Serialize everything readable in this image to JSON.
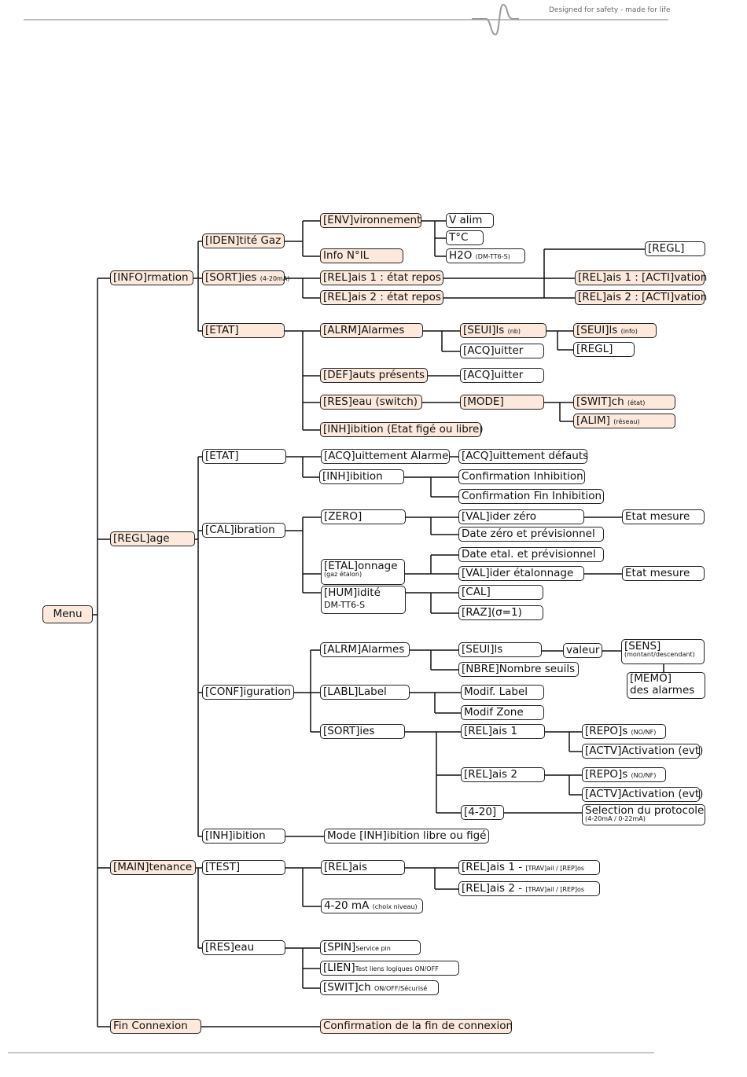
{
  "header": {
    "tagline": "Designed for safety - made for life"
  },
  "diagram": {
    "menu": "Menu",
    "info": {
      "label": "[INFO]rmation",
      "iden": "[IDEN]tité Gaz",
      "env": "[ENV]vironnement",
      "valim": "V alim",
      "temp": "T°C",
      "h2o": "H2O",
      "h2o_note": "(DM-TT6-S)",
      "infonil": "Info N°IL",
      "sort": "[SORT]ies",
      "sort_note": "(4-20mA)",
      "rel1_repos": "[REL]ais 1 : état repos",
      "rel2_repos": "[REL]ais 2 : état repos",
      "regl": "[REGL]",
      "rel1_acti": "[REL]ais 1 : [ACTI]vation",
      "rel2_acti": "[REL]ais 2 : [ACTI]vation",
      "etat": "[ETAT]",
      "alrm": "[ALRM]Alarmes",
      "seuils": "[SEUI]ls",
      "seuils_note": "(nb)",
      "seuils_info": "[SEUI]ls",
      "seuils_info_note": "(info)",
      "regl2": "[REGL]",
      "acq1": "[ACQ]uitter",
      "def": "[DEF]auts présents",
      "acq2": "[ACQ]uitter",
      "res": "[RES]eau (switch)",
      "mode": "[MODE]",
      "switch": "[SWIT]ch",
      "switch_note": "(état)",
      "alim": "[ALIM]",
      "alim_note": "(réseau)",
      "inh": "[INH]ibition (Etat figé ou libre)"
    },
    "regl": {
      "label": "[REGL]age",
      "etat": "[ETAT]",
      "acq_alarme": "[ACQ]uittement Alarme",
      "acq_defauts": "[ACQ]uittement défauts",
      "inh": "[INH]ibition",
      "conf_inh": "Confirmation Inhibition",
      "conf_fin_inh": "Confirmation Fin Inhibition",
      "cal": "[CAL]ibration",
      "zero": "[ZERO]",
      "val_zero": "[VAL]ider zéro",
      "etat_mesure1": "Etat mesure",
      "date_zero": "Date zéro et prévisionnel",
      "etal": "[ETAL]onnage",
      "etal_note": "(gaz étalon)",
      "date_etal": "Date etal. et prévisionnel",
      "val_etal": "[VAL]ider étalonnage",
      "etat_mesure2": "Etat mesure",
      "hum": "[HUM]idité",
      "hum_note": "DM-TT6-S",
      "cal_sub": "[CAL]",
      "raz": "[RAZ](σ=1)",
      "conf": "[CONF]iguration",
      "alrm": "[ALRM]Alarmes",
      "seuils": "[SEUI]ls",
      "valeur": "valeur",
      "sens": "[SENS]",
      "sens_note": "(montant/descendant)",
      "nbre": "[NBRE]Nombre seuils",
      "memo": "[MEMO]",
      "memo_line2": "des alarmes",
      "labl": "[LABL]Label",
      "modif_label": "Modif. Label",
      "modif_zone": "Modif Zone",
      "sorties": "[SORT]ies",
      "rel1": "[REL]ais 1",
      "repos1": "[REPO]s",
      "repos1_note": "(NO/NF)",
      "actv1": "[ACTV]Activation (evt)",
      "rel2": "[REL]ais 2",
      "repos2": "[REPO]s",
      "repos2_note": "(NO/NF)",
      "actv2": "[ACTV]Activation (evt)",
      "r420": "[4-20]",
      "protocole": "Selection du protocole",
      "protocole_note": "(4-20mA / 0-22mA)",
      "inh2": "[INH]ibition",
      "mode_inh": "Mode [INH]ibition libre ou figé"
    },
    "main": {
      "label": "[MAIN]tenance",
      "test": "[TEST]",
      "relais": "[REL]ais",
      "rel1_trav": "[REL]ais 1 -",
      "rel1_trav_note": "[TRAV]ail / [REP]os",
      "rel2_trav": "[REL]ais 2 -",
      "rel2_trav_note": "[TRAV]ail / [REP]os",
      "ma": "4-20 mA",
      "ma_note": "(choix niveau)",
      "res": "[RES]eau",
      "spin": "[SPIN]",
      "spin_note": "Service pin",
      "lien": "[LIEN]",
      "lien_note": "Test liens logiques ON/OFF",
      "swit": "[SWIT]ch",
      "swit_note": "ON/OFF/Sécurisé"
    },
    "fin": {
      "label": "Fin Connexion",
      "confirm": "Confirmation de la fin de connexion"
    }
  }
}
